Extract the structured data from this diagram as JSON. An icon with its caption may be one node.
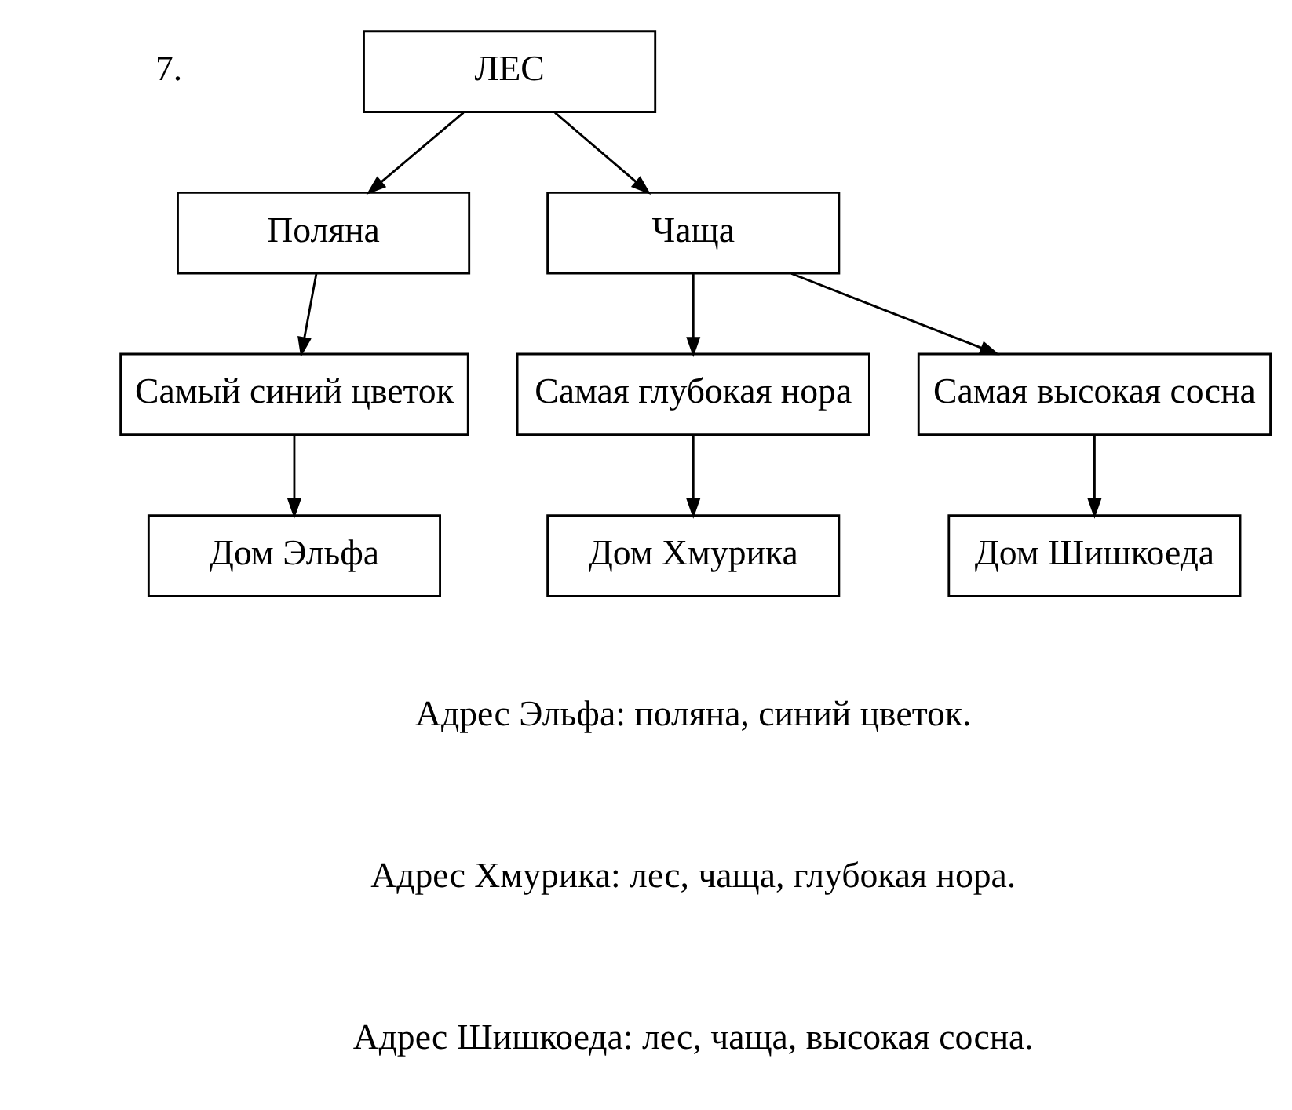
{
  "diagram": {
    "nodes": [
      {
        "text": [
          "ЛЕС"
        ]
      },
      {
        "text": [
          "Поляна"
        ]
      },
      {
        "text": [
          "Чаща"
        ]
      },
      {
        "text": [
          "Самый синий цветок"
        ]
      },
      {
        "text": [
          "Самая глубокая нора"
        ]
      },
      {
        "text": [
          "Самая высокая сосна"
        ]
      },
      {
        "text": [
          "Дом Эльфа"
        ]
      },
      {
        "text": [
          "Дом Хмурика"
        ]
      },
      {
        "text": [
          "Дом Шишкоеда"
        ]
      }
    ],
    "edges": [
      {
        "from": 0,
        "to": 1,
        "arrow": "to"
      },
      {
        "from": 0,
        "to": 2,
        "arrow": "to"
      },
      {
        "from": 1,
        "to": 3,
        "arrow": "to"
      },
      {
        "from": 2,
        "to": 4,
        "arrow": "to"
      },
      {
        "from": 2,
        "to": 5,
        "arrow": "to"
      },
      {
        "from": 3,
        "to": 6,
        "arrow": "to"
      },
      {
        "from": 4,
        "to": 7,
        "arrow": "to"
      },
      {
        "from": 5,
        "to": 8,
        "arrow": "to"
      }
    ],
    "labels": [
      "7.",
      "Адрес Эльфа: поляна, синий цветок.",
      "Адрес Хмурика: лес, чаща, глубокая нора.",
      "Адрес Шишкоеда: лес, чаща, высокая сосна."
    ]
  }
}
